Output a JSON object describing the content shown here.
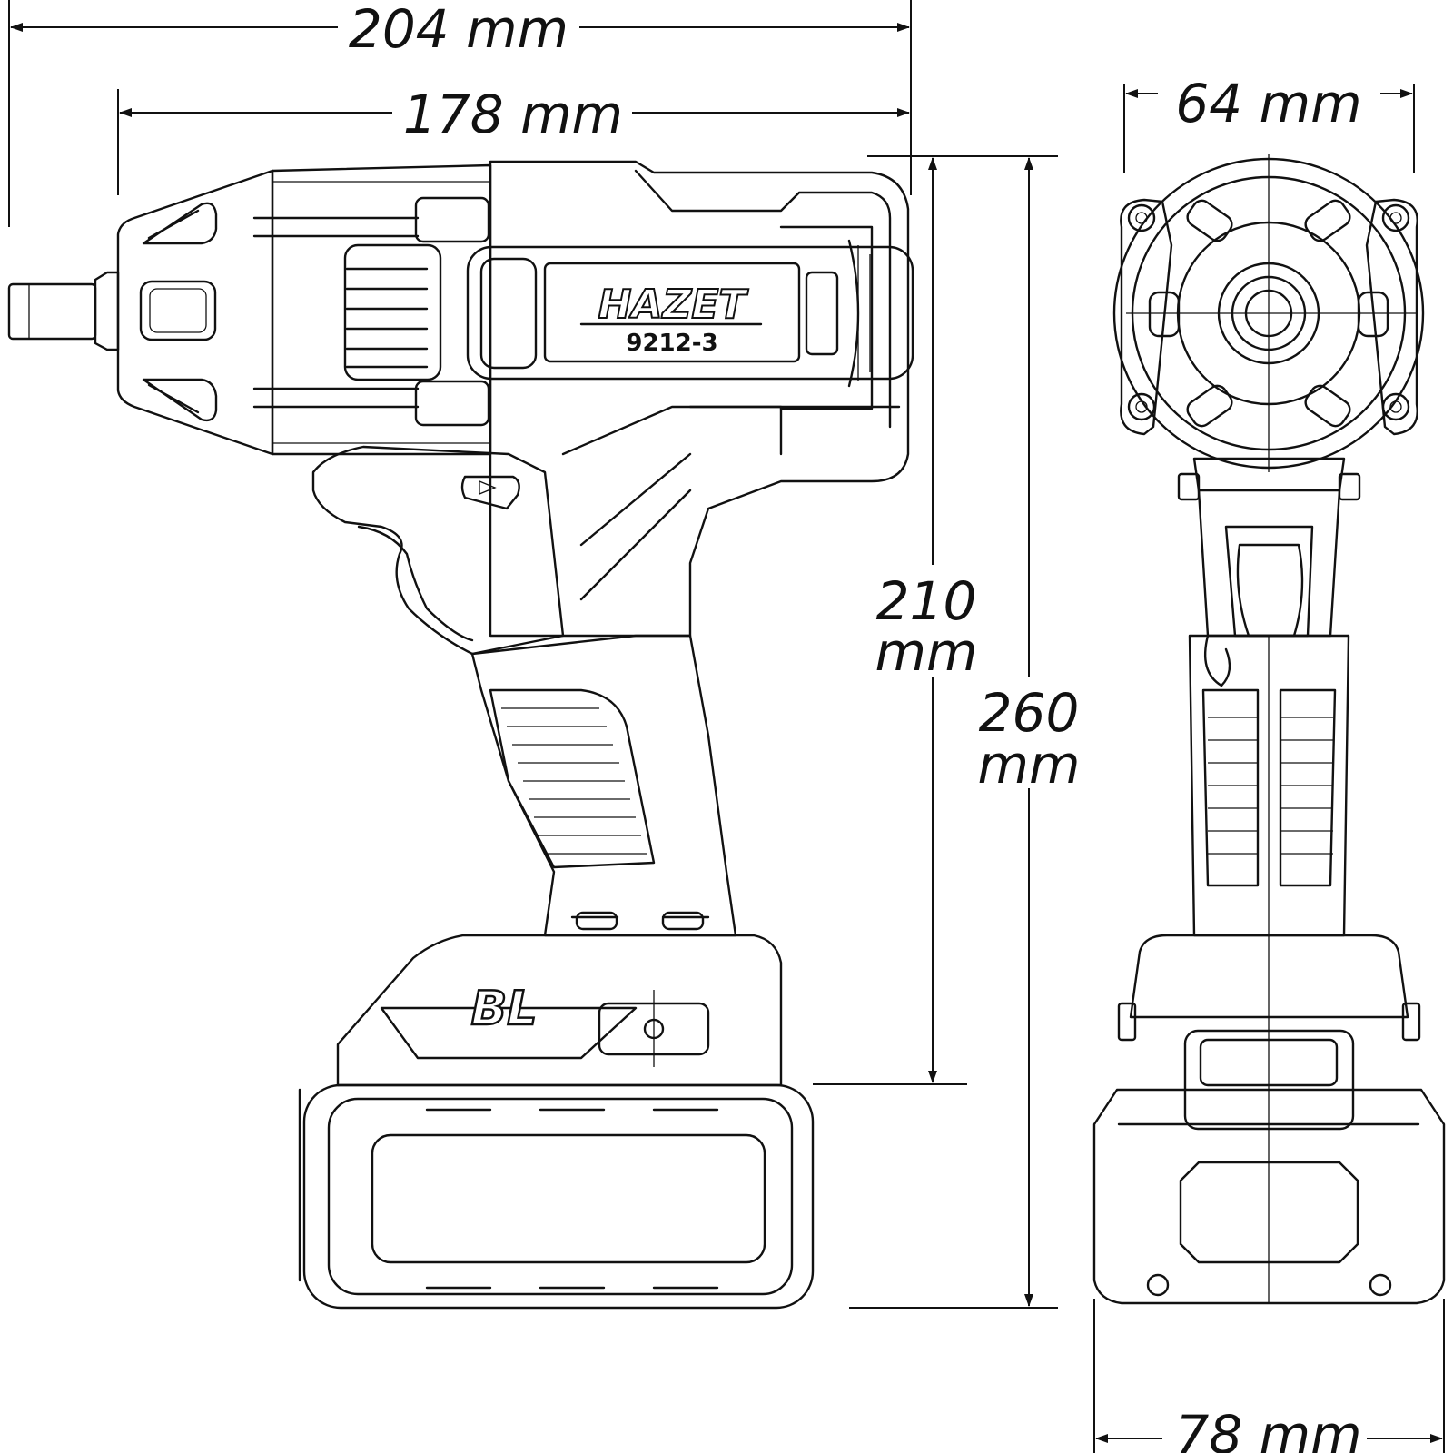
{
  "dimensions": {
    "overall_length": "204 mm",
    "body_length": "178 mm",
    "head_width": "64 mm",
    "height_without_battery_value": "210",
    "height_without_battery_unit": "mm",
    "overall_height_value": "260",
    "overall_height_unit": "mm",
    "battery_width": "78 mm"
  },
  "tool": {
    "brand": "HAZET",
    "model": "9212-3",
    "battery_mark": "BL"
  }
}
